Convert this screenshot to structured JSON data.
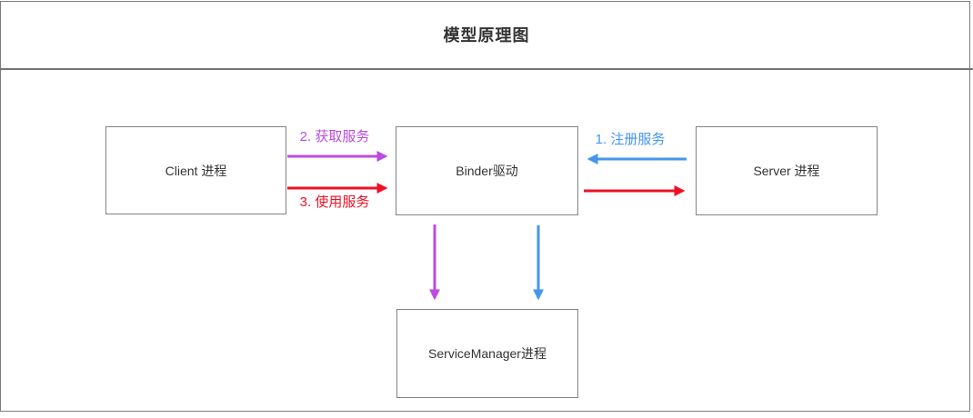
{
  "title": "模型原理图",
  "colors": {
    "purple": "#bc4be4",
    "red": "#ee1126",
    "blue": "#4496ee",
    "frame_border": "#7d7d7d",
    "box_border": "#828282",
    "text": "#333333"
  },
  "nodes": {
    "client": {
      "label": "Client 进程"
    },
    "binder": {
      "label": "Binder驱动"
    },
    "server": {
      "label": "Server 进程"
    },
    "service_manager": {
      "label": "ServiceManager进程"
    }
  },
  "edges": [
    {
      "id": "register-service",
      "label": "1. 注册服务",
      "color": "blue",
      "from": "server",
      "to": "binder"
    },
    {
      "id": "acquire-service",
      "label": "2. 获取服务",
      "color": "purple",
      "from": "client",
      "to": "binder"
    },
    {
      "id": "use-service",
      "label": "3. 使用服务",
      "color": "red",
      "from": "client",
      "to": "binder"
    },
    {
      "id": "binder-reply",
      "label": "",
      "color": "red",
      "from": "binder",
      "to": "server"
    },
    {
      "id": "binder-to-servicemanager-acquire",
      "label": "",
      "color": "purple",
      "from": "binder",
      "to": "service_manager"
    },
    {
      "id": "binder-to-servicemanager-register",
      "label": "",
      "color": "blue",
      "from": "binder",
      "to": "service_manager"
    }
  ]
}
